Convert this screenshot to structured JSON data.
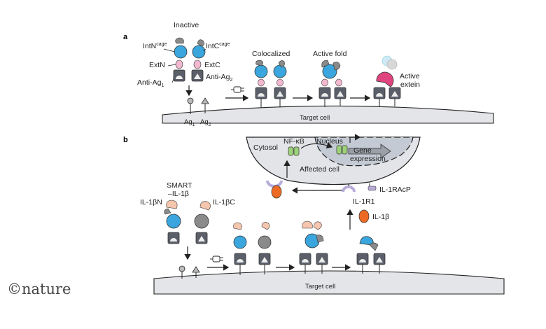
{
  "panel_a": {
    "letter": "a",
    "label_inactive": "Inactive",
    "label_intn": "IntN",
    "label_intn_sup": "cage",
    "label_intc": "IntC",
    "label_intc_sup": "cage",
    "label_extn": "ExtN",
    "label_extc": "ExtC",
    "label_antiag1": "Anti-Ag",
    "label_antiag1_sub": "1",
    "label_antiag2": "Anti-Ag",
    "label_antiag2_sub": "2",
    "label_colocalized": "Colocalized",
    "label_active_fold": "Active fold",
    "label_active_extein_1": "Active",
    "label_active_extein_2": "extein",
    "label_ag1": "Ag",
    "label_ag1_sub": "1",
    "label_ag2": "Ag",
    "label_ag2_sub": "2",
    "label_target_cell": "Target cell"
  },
  "panel_b": {
    "letter": "b",
    "label_cytosol": "Cytosol",
    "label_nfkb": "NF-κB",
    "label_nucleus": "Nucleus",
    "label_gene": "Gene",
    "label_expression": "expression",
    "label_affected_cell": "Affected cell",
    "label_il1racp": "IL-1RAcP",
    "label_il1r1": "IL-1R1",
    "label_il1b": "IL-1β",
    "label_smart_1": "SMART",
    "label_smart_2": "–IL-1β",
    "label_il1bn": "IL-1βN",
    "label_il1bc": "IL-1βC",
    "label_target_cell": "Target cell"
  },
  "logo": {
    "text": "©nature"
  },
  "colors": {
    "intein_blue": "#3aa6dd",
    "intein_grey": "#8a8a8a",
    "extein_pink": "#f2b8cf",
    "active_extein": "#e0447f",
    "il1b_orange": "#ec6a23",
    "il1b_peach": "#f5c6ad",
    "receptor_purple": "#b8acd9",
    "nfkb_green": "#9ed27a",
    "cell_grey": "#e2e4e8",
    "nucleus_grey": "#c3cad4"
  }
}
